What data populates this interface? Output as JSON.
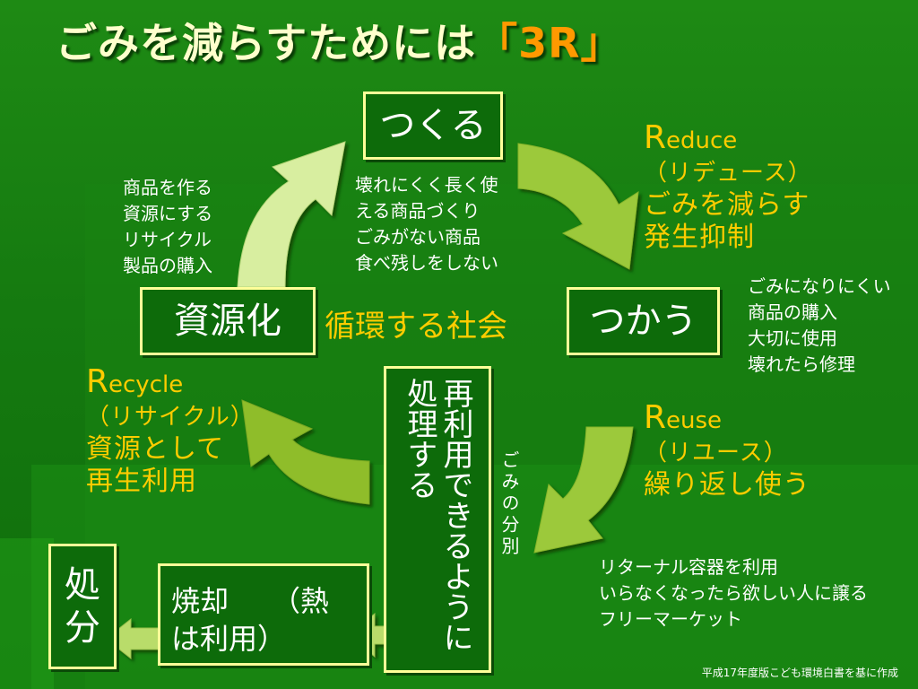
{
  "title": {
    "main": "ごみを減らすためには",
    "highlight": "「3R」"
  },
  "center_label": "循環する社会",
  "nodes": {
    "make": "つくる",
    "use": "つかう",
    "resource": "資源化",
    "disposal": "処分",
    "incineration_line1": "焼却　　（熱",
    "incineration_line2": "は利用）",
    "reprocess": "再利用できるように処理する"
  },
  "notes": {
    "recycle_actions": [
      "商品を作る",
      "資源にする",
      "リサイクル",
      "製品の購入"
    ],
    "make_actions": [
      "壊れにくく長く使",
      "える商品づくり",
      "ごみがない商品",
      "食べ残しをしない"
    ],
    "use_actions": [
      "ごみになりにくい",
      "商品の購入",
      "大切に使用",
      "壊れたら修理"
    ],
    "reuse_actions": [
      "リターナル容器を利用",
      "いらなくなったら欲しい人に譲る",
      "フリーマーケット"
    ],
    "sorting": "ごみの分別"
  },
  "r_items": {
    "reduce": {
      "initial": "R",
      "rest": "educe",
      "reading": "（リデュース）",
      "line1": "ごみを減らす",
      "line2": "発生抑制"
    },
    "reuse": {
      "initial": "R",
      "rest": "euse",
      "reading": "（リユース）",
      "line1": "繰り返し使う"
    },
    "recycle": {
      "initial": "R",
      "rest": "ecycle",
      "reading": "（リサイクル）",
      "line1": "資源として",
      "line2": "再生利用"
    }
  },
  "source": "平成17年度版こども環境白書を基に作成",
  "colors": {
    "background": "#157a10",
    "box_border": "#ffff99",
    "title": "#ffffcc",
    "accent": "#ffcc00",
    "highlight": "#ff9900"
  },
  "icons": [
    "curved-arrow-icon",
    "left-arrow-icon"
  ]
}
